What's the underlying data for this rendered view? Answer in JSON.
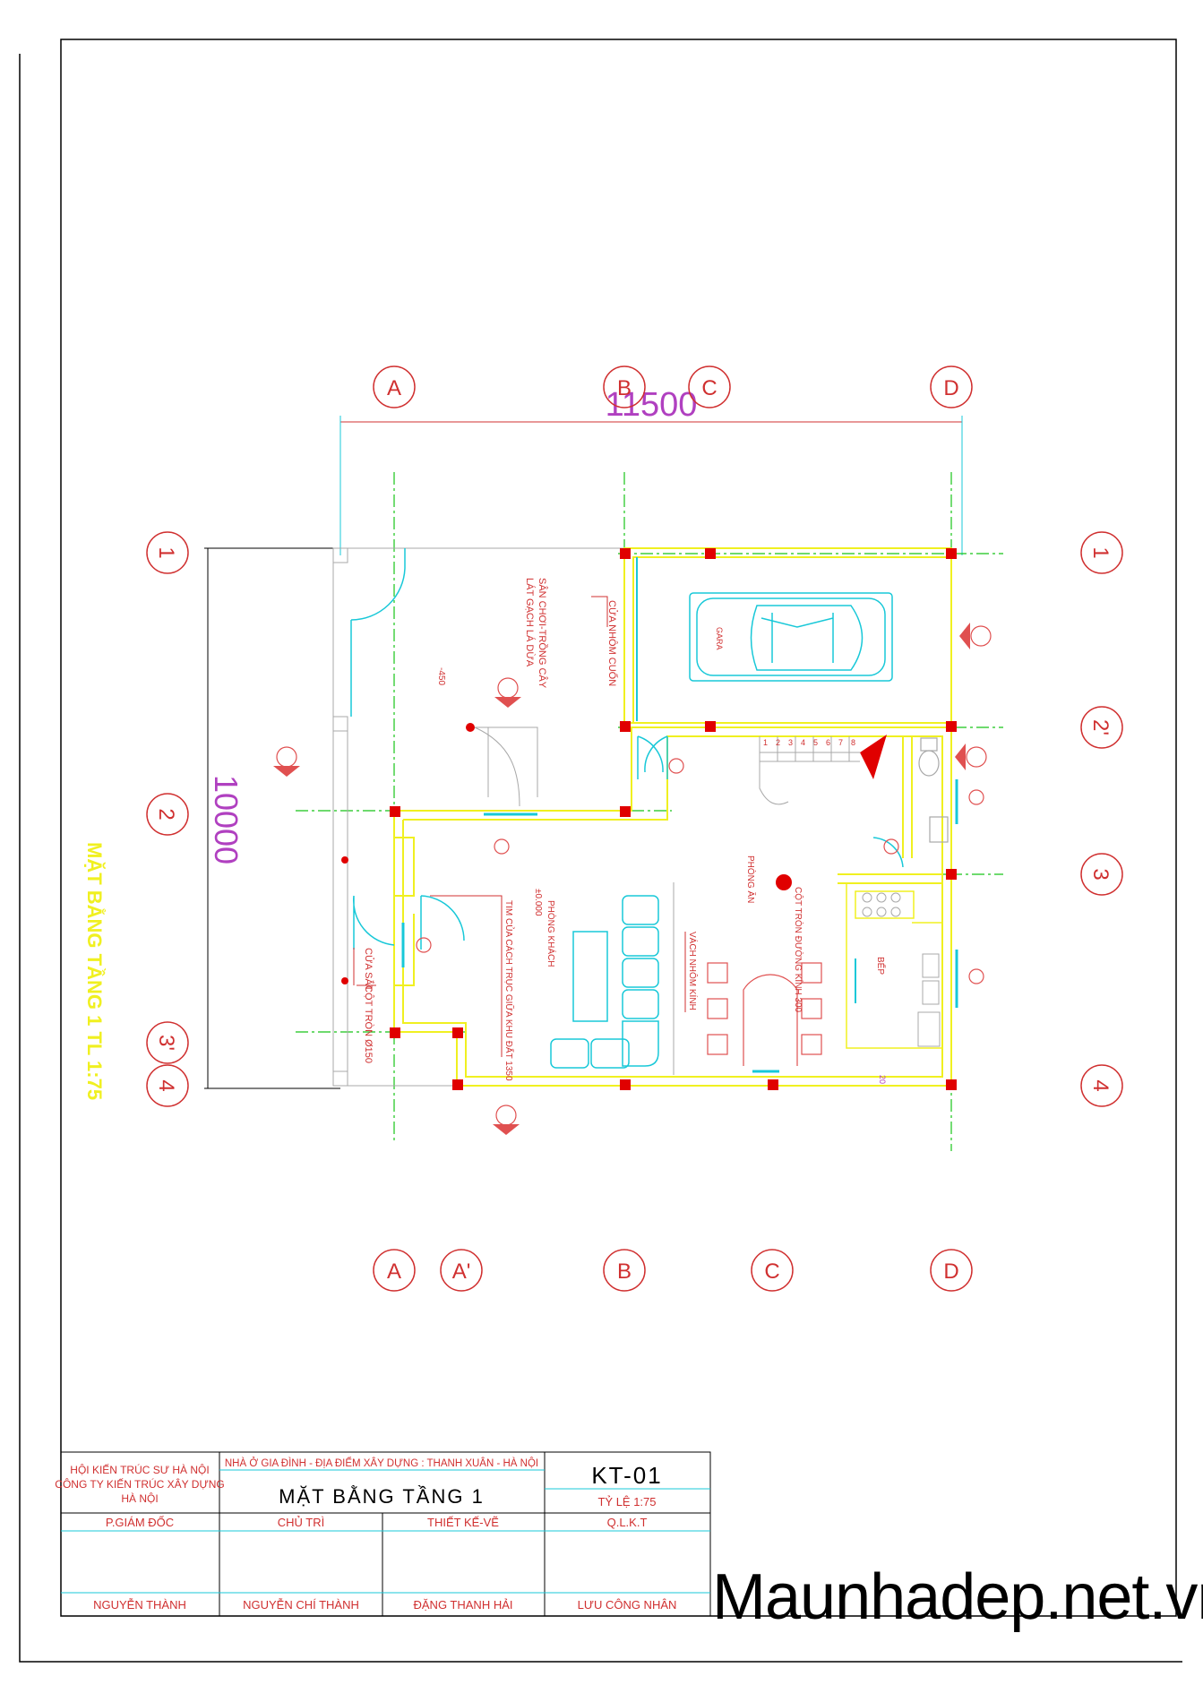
{
  "drawing": {
    "title_vertical": "MẶT BẰNG TẦNG 1 TL 1:75",
    "dim_width": "11500",
    "dim_height": "10000",
    "axes_top": [
      "A",
      "B",
      "C",
      "D"
    ],
    "axes_bottom": [
      "A",
      "A'",
      "B",
      "C",
      "D"
    ],
    "axes_left": [
      "1",
      "2",
      "3'",
      "4"
    ],
    "axes_right": [
      "1",
      "2'",
      "3",
      "4"
    ],
    "rooms": {
      "garage": "GARA",
      "kitchen": "BẾP",
      "dining": "PHÒNG ĂN",
      "living": "PHÒNG KHÁCH"
    },
    "notes": {
      "garden": "SÂN CHƠI-TRỒNG CÂY",
      "garden2": "LÁT GẠCH LÁ DỪA",
      "roll_door": "CỬA NHÔM CUỐN",
      "glass_wall": "VÁCH NHÔM KÍNH",
      "column": "CỘT TRÒN ĐƯỜNG KÍNH 300",
      "axis_note": "TIM CỦA CÁCH TRỤC GIỮA KHU ĐẤT 1350",
      "iron_door": "CỬA SẮT",
      "round_col": "CỘT TRÒN Ø150",
      "level_garden": "-450",
      "level_living": "±0.000",
      "stair_nums": [
        "1",
        "2",
        "3",
        "4",
        "5",
        "6",
        "7",
        "8"
      ],
      "small_dim": "20"
    }
  },
  "title_block": {
    "org_line1": "HỘI KIẾN TRÚC SƯ HÀ NỘI",
    "org_line2": "CÔNG TY KIẾN TRÚC XÂY DỰNG",
    "org_line3": "HÀ NỘI",
    "project": "NHÀ Ở GIA ĐÌNH - ĐỊA ĐIỂM XÂY DỰNG : THANH XUÂN - HÀ NỘI",
    "sheet_title": "MẶT BẰNG TẦNG 1",
    "sheet_no": "KT-01",
    "scale": "TỶ LỆ 1:75",
    "roles": [
      "P.GIÁM ĐỐC",
      "CHỦ TRÌ",
      "THIẾT KẾ-VẼ",
      "Q.L.K.T"
    ],
    "names": [
      "NGUYỄN THÀNH",
      "NGUYỄN CHÍ THÀNH",
      "ĐẶNG THANH HẢI",
      "LƯU CÔNG NHÂN"
    ]
  },
  "watermark": "Maunhadep.net.vn",
  "colors": {
    "axis": "#d03030",
    "grid": "#18c418",
    "wall": "#f0f020",
    "cyan": "#18c8d8",
    "purple": "#b040c0",
    "column": "#e00000"
  }
}
